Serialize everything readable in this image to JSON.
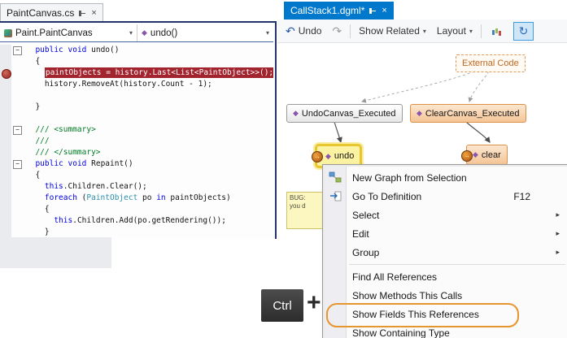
{
  "glyphs": {
    "close": "×",
    "caret_down": "▾",
    "submenu_arrow": "▸",
    "undo_arrow": "↶",
    "redo_arrow": "↷",
    "sync": "↻",
    "minus": "−",
    "diamond": "◆",
    "arrow_right": "→"
  },
  "editor": {
    "tab_title": "PaintCanvas.cs",
    "nav_type": "Paint.PaintCanvas",
    "nav_member": "undo()",
    "code_lines": [
      {
        "fold": true,
        "segs": [
          [
            "  ",
            "tx"
          ],
          [
            "public",
            "kw"
          ],
          [
            " ",
            "tx"
          ],
          [
            "void",
            "kw"
          ],
          [
            " undo()",
            "tx"
          ]
        ]
      },
      {
        "segs": [
          [
            "  {",
            "tx"
          ]
        ]
      },
      {
        "breakpoint": true,
        "segs": [
          [
            "    ",
            "tx"
          ],
          [
            "paintObjects = history.Last<List<PaintObject>>();",
            "hl"
          ]
        ]
      },
      {
        "segs": [
          [
            "    history.RemoveAt(history.Count - 1);",
            "tx"
          ]
        ]
      },
      {
        "segs": []
      },
      {
        "segs": [
          [
            "  }",
            "tx"
          ]
        ]
      },
      {
        "segs": []
      },
      {
        "fold": true,
        "segs": [
          [
            "  ",
            "tx"
          ],
          [
            "/// <summary>",
            "cm"
          ]
        ]
      },
      {
        "segs": [
          [
            "  ",
            "tx"
          ],
          [
            "///",
            "cm"
          ]
        ]
      },
      {
        "segs": [
          [
            "  ",
            "tx"
          ],
          [
            "/// </summary>",
            "cm"
          ]
        ]
      },
      {
        "fold": true,
        "segs": [
          [
            "  ",
            "tx"
          ],
          [
            "public",
            "kw"
          ],
          [
            " ",
            "tx"
          ],
          [
            "void",
            "kw"
          ],
          [
            " Repaint()",
            "tx"
          ]
        ]
      },
      {
        "segs": [
          [
            "  {",
            "tx"
          ]
        ]
      },
      {
        "segs": [
          [
            "    ",
            "tx"
          ],
          [
            "this",
            "kw"
          ],
          [
            ".Children.Clear();",
            "tx"
          ]
        ]
      },
      {
        "segs": [
          [
            "    ",
            "tx"
          ],
          [
            "foreach",
            "kw"
          ],
          [
            " (",
            "tx"
          ],
          [
            "PaintObject",
            "ty"
          ],
          [
            " po ",
            "tx"
          ],
          [
            "in",
            "kw"
          ],
          [
            " paintObjects)",
            "tx"
          ]
        ]
      },
      {
        "segs": [
          [
            "    {",
            "tx"
          ]
        ]
      },
      {
        "segs": [
          [
            "      ",
            "tx"
          ],
          [
            "this",
            "kw"
          ],
          [
            ".Children.Add(po.getRendering());",
            "tx"
          ]
        ]
      },
      {
        "segs": [
          [
            "    }",
            "tx"
          ]
        ]
      }
    ]
  },
  "graph": {
    "tab_title": "CallStack1.dgml*",
    "toolbar": {
      "undo_label": "Undo",
      "show_related_label": "Show Related",
      "layout_label": "Layout"
    },
    "nodes": {
      "external_code": "External Code",
      "undo_canvas": "UndoCanvas_Executed",
      "clear_canvas": "ClearCanvas_Executed",
      "undo": "undo",
      "clear": "clear",
      "note_line1": "BUG:",
      "note_line2": "you d"
    }
  },
  "context_menu": {
    "items": [
      {
        "label": "New Graph from Selection"
      },
      {
        "label": "Go To Definition",
        "shortcut": "F12"
      },
      {
        "label": "Select",
        "submenu": true
      },
      {
        "label": "Edit",
        "submenu": true
      },
      {
        "label": "Group",
        "submenu": true
      },
      {
        "label": "Find All References"
      },
      {
        "label": "Show Methods This Calls"
      },
      {
        "label": "Show Fields This References",
        "highlighted": true
      },
      {
        "label": "Show Containing Type"
      }
    ]
  },
  "key_hint": {
    "key": "Ctrl",
    "plus": "+"
  },
  "colors": {
    "accent_blue": "#0079cc",
    "highlight_line_bg": "#a2242e",
    "selection_ring_orange": "#e6962e",
    "node_orange_border": "#dd8f46",
    "node_selected_border": "#e9c52f"
  }
}
